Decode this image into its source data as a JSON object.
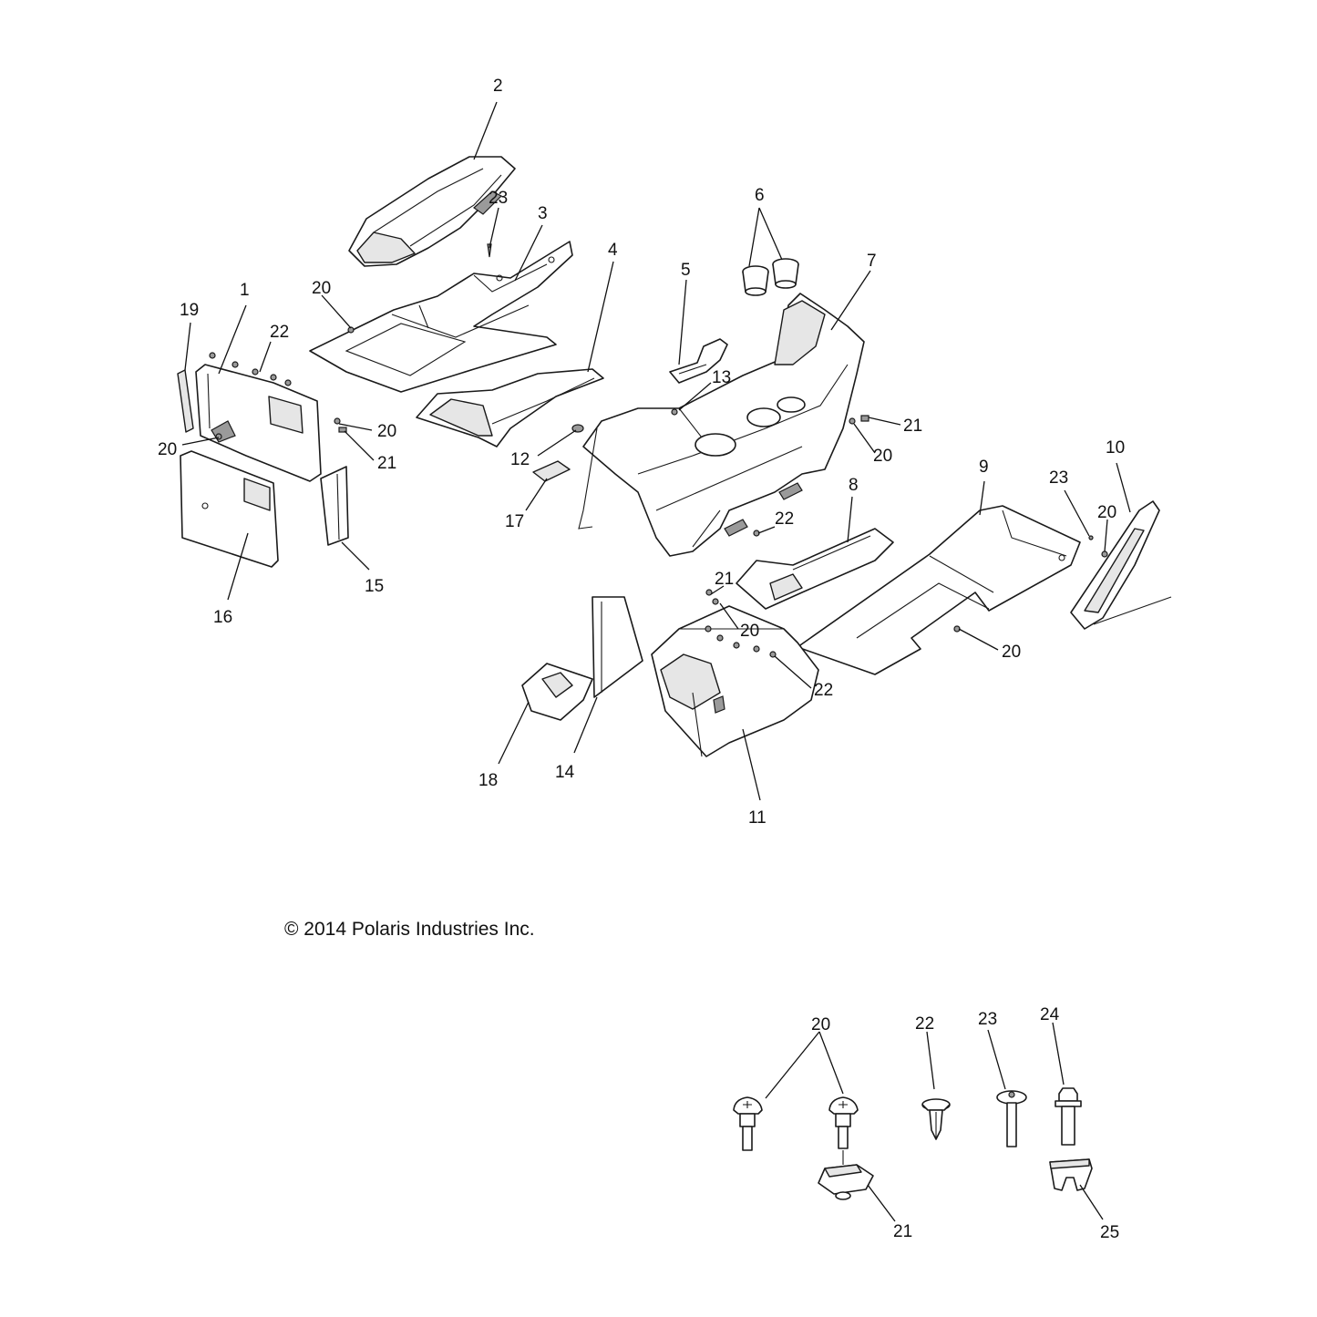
{
  "copyright": "© 2014 Polaris Industries Inc.",
  "callouts": {
    "c2": "2",
    "c23a": "23",
    "c3": "3",
    "c4": "4",
    "c5": "5",
    "c6": "6",
    "c7": "7",
    "c19": "19",
    "c1": "1",
    "c20a": "20",
    "c22a": "22",
    "c20b": "20",
    "c21a": "21",
    "c20c": "20",
    "c13": "13",
    "c12": "12",
    "c21b": "21",
    "c20d": "20",
    "c17": "17",
    "c10": "10",
    "c9": "9",
    "c23b": "23",
    "c20e": "20",
    "c8": "8",
    "c22b": "22",
    "c16": "16",
    "c15": "15",
    "c21c": "21",
    "c20f": "20",
    "c20g": "20",
    "c22c": "22",
    "c18": "18",
    "c14": "14",
    "c11": "11",
    "h20": "20",
    "h22": "22",
    "h23": "23",
    "h24": "24",
    "h21": "21",
    "h25": "25"
  }
}
